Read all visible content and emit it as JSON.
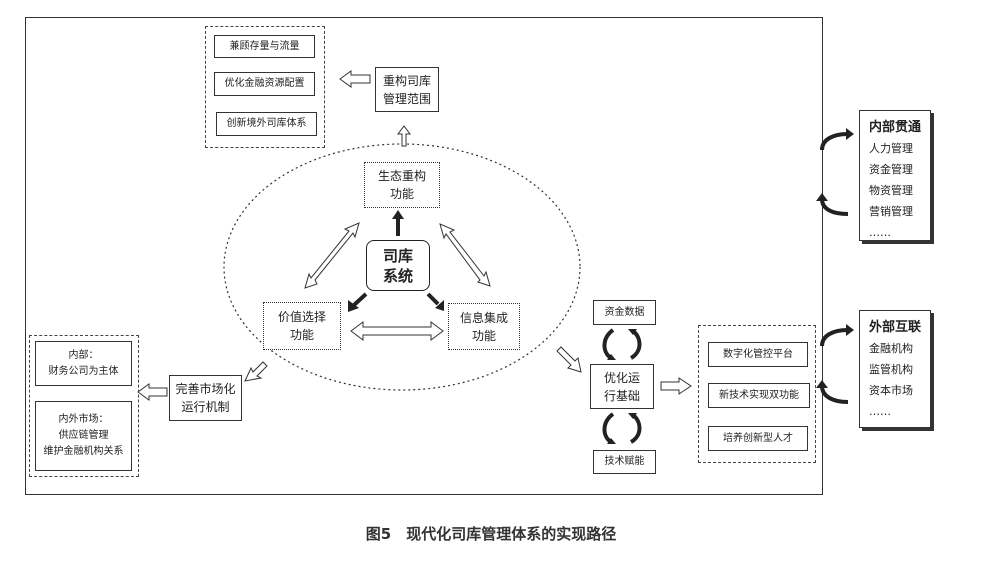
{
  "caption": "图5　现代化司库管理体系的实现路径",
  "core": {
    "line1": "司库",
    "line2": "系统"
  },
  "functions": {
    "eco": [
      "生态重构",
      "功能"
    ],
    "value": [
      "价值选择",
      "功能"
    ],
    "info": [
      "信息集成",
      "功能"
    ]
  },
  "restructure": {
    "box": [
      "重构司库",
      "管理范围"
    ],
    "items": [
      "兼顾存量与流量",
      "优化金融资源配置",
      "创新境外司库体系"
    ]
  },
  "market": {
    "box": [
      "完善市场化",
      "运行机制"
    ],
    "internal": [
      "内部：",
      "财务公司为主体"
    ],
    "external": [
      "内外市场：",
      "供应链管理",
      "维护金融机构关系"
    ]
  },
  "foundation": {
    "funds": "资金数据",
    "center": [
      "优化运",
      "行基础"
    ],
    "tech": "技术赋能",
    "items": [
      "数字化管控平台",
      "新技术实现双功能",
      "培养创新型人才"
    ]
  },
  "internal_panel": {
    "title": "内部贯通",
    "items": [
      "人力管理",
      "资金管理",
      "物资管理",
      "营销管理",
      "……"
    ]
  },
  "external_panel": {
    "title": "外部互联",
    "items": [
      "金融机构",
      "监管机构",
      "资本市场",
      "……"
    ]
  }
}
